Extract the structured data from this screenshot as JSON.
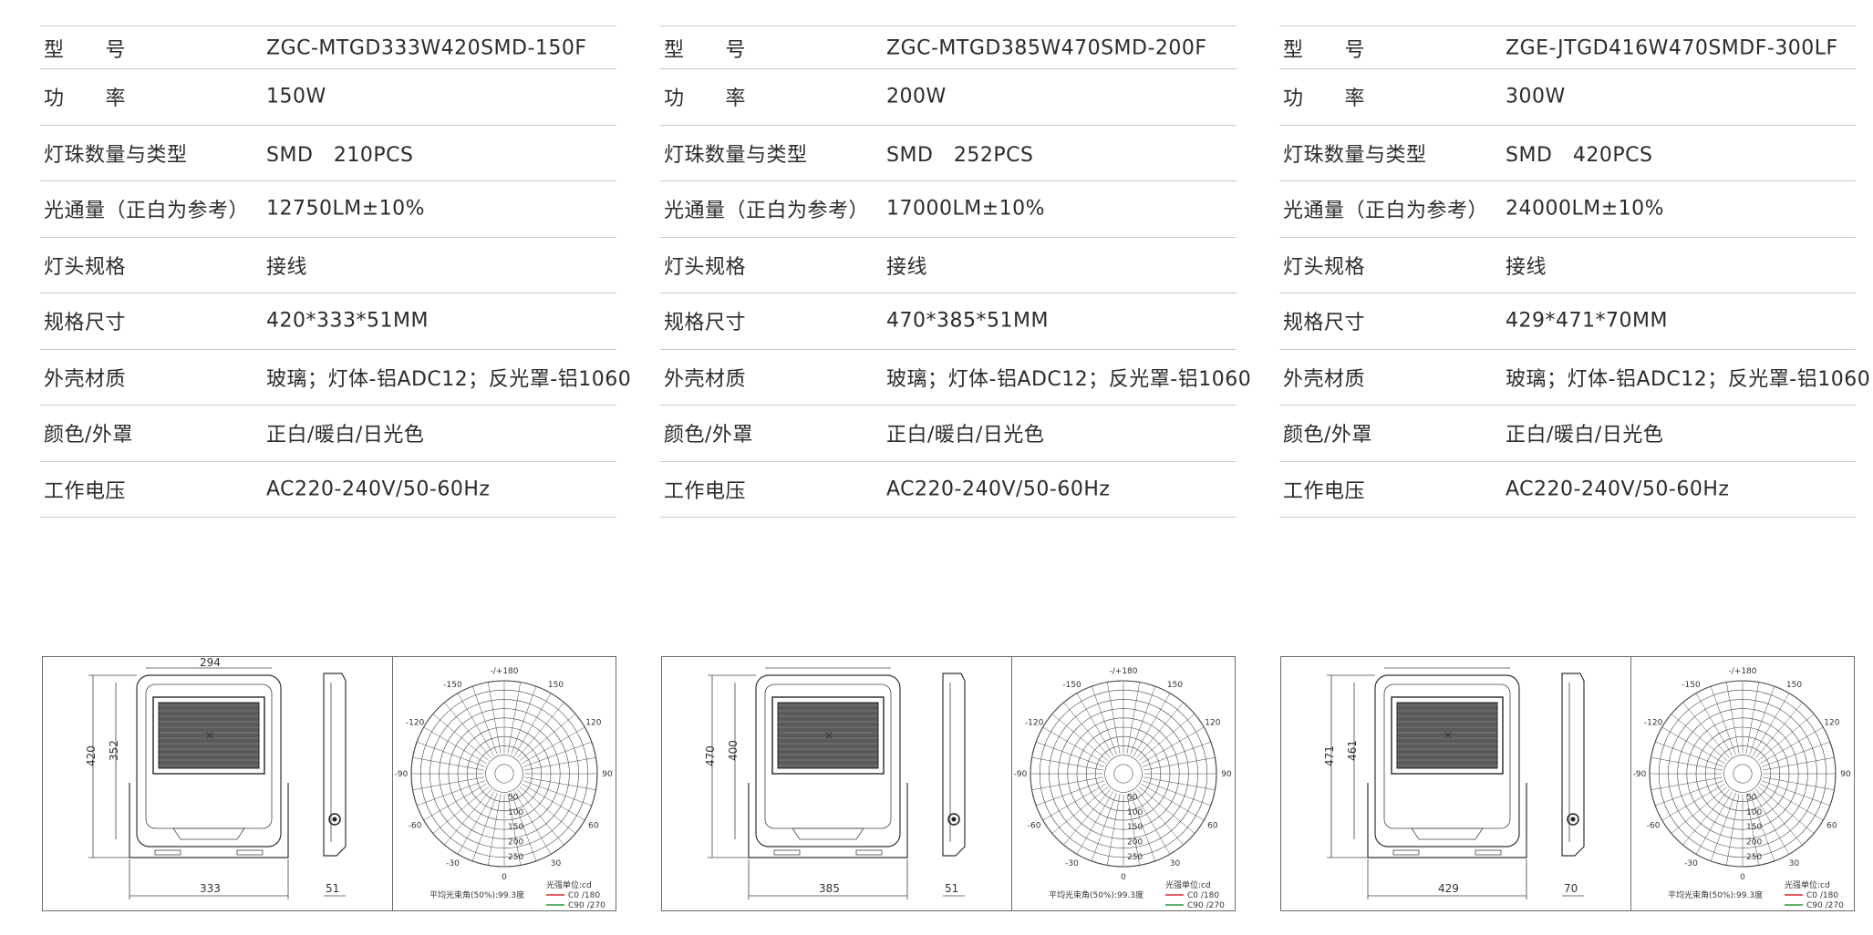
{
  "specs": [
    {
      "rows": [
        {
          "label": "型　　号",
          "value": "ZGC-MTGD333W420SMD-150F"
        },
        {
          "label": "功　　率",
          "value": "150W"
        },
        {
          "label": "灯珠数量与类型",
          "value": "SMD　210PCS"
        },
        {
          "label": "光通量（正白为参考）",
          "value": "12750LM±10%"
        },
        {
          "label": "灯头规格",
          "value": "接线"
        },
        {
          "label": "规格尺寸",
          "value": "420*333*51MM"
        },
        {
          "label": "外壳材质",
          "value": "玻璃；灯体-铝ADC12；反光罩-铝1060"
        },
        {
          "label": "颜色/外罩",
          "value": "正白/暖白/日光色"
        },
        {
          "label": "工作电压",
          "value": "AC220-240V/50-60Hz"
        }
      ]
    },
    {
      "rows": [
        {
          "label": "型　　号",
          "value": "ZGC-MTGD385W470SMD-200F"
        },
        {
          "label": "功　　率",
          "value": "200W"
        },
        {
          "label": "灯珠数量与类型",
          "value": "SMD　252PCS"
        },
        {
          "label": "光通量（正白为参考）",
          "value": "17000LM±10%"
        },
        {
          "label": "灯头规格",
          "value": "接线"
        },
        {
          "label": "规格尺寸",
          "value": "470*385*51MM"
        },
        {
          "label": "外壳材质",
          "value": "玻璃；灯体-铝ADC12；反光罩-铝1060"
        },
        {
          "label": "颜色/外罩",
          "value": "正白/暖白/日光色"
        },
        {
          "label": "工作电压",
          "value": "AC220-240V/50-60Hz"
        }
      ]
    },
    {
      "rows": [
        {
          "label": "型　　号",
          "value": "ZGE-JTGD416W470SMDF-300LF"
        },
        {
          "label": "功　　率",
          "value": "300W"
        },
        {
          "label": "灯珠数量与类型",
          "value": "SMD　420PCS"
        },
        {
          "label": "光通量（正白为参考）",
          "value": "24000LM±10%"
        },
        {
          "label": "灯头规格",
          "value": "接线"
        },
        {
          "label": "规格尺寸",
          "value": "429*471*70MM"
        },
        {
          "label": "外壳材质",
          "value": "玻璃；灯体-铝ADC12；反光罩-铝1060"
        },
        {
          "label": "颜色/外罩",
          "value": "正白/暖白/日光色"
        },
        {
          "label": "工作电压",
          "value": "AC220-240V/50-60Hz"
        }
      ]
    }
  ],
  "drawings": [
    {
      "top_dim": "294",
      "outer_height": "420",
      "inner_height": "352",
      "bottom_dim": "333",
      "side_dim": "51"
    },
    {
      "top_dim": "",
      "outer_height": "470",
      "inner_height": "400",
      "bottom_dim": "385",
      "side_dim": "51"
    },
    {
      "top_dim": "",
      "outer_height": "471",
      "inner_height": "461",
      "bottom_dim": "429",
      "side_dim": "70"
    }
  ],
  "polar": {
    "angle_labels": {
      "top": "-/+180",
      "upper_left": "-150",
      "upper_right": "150",
      "left_upper": "-120",
      "right_upper": "120",
      "left": "-90",
      "right": "90",
      "left_lower": "-60",
      "right_lower": "60",
      "lower_left": "-30",
      "lower_right": "30",
      "bottom": "0"
    },
    "ring_labels": [
      "50",
      "100",
      "150",
      "200",
      "250"
    ],
    "unit": "光强单位:cd",
    "beam_angle": "平均光束角(50%):99.3度",
    "legend": [
      "C0 /180",
      "C90 /270"
    ],
    "colors": {
      "c0": "#d6262a",
      "c90": "#2a9a3c"
    }
  }
}
